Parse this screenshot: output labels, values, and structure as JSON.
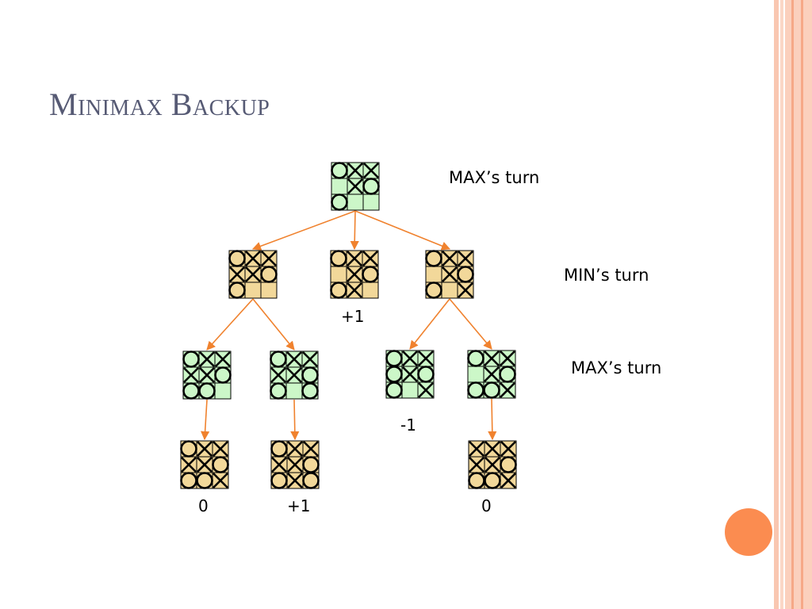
{
  "title": "Minimax Backup",
  "colors": {
    "max_cell": "#ccf7c8",
    "min_cell": "#f2d89a",
    "edge": "#f0822e",
    "stroke": "#000000",
    "accent": "#fb8c50",
    "title": "#565a74"
  },
  "turn_labels": [
    "MAX’s turn",
    "MIN’s turn",
    "MAX’s turn"
  ],
  "scores": [
    "+1",
    "-1",
    "0",
    "+1",
    "0"
  ],
  "nodes": [
    {
      "id": "root",
      "player": "max",
      "board": [
        "O",
        "X",
        "X",
        "",
        "X",
        "O",
        "O",
        "",
        ""
      ]
    },
    {
      "id": "m1",
      "player": "min",
      "board": [
        "O",
        "X",
        "X",
        "X",
        "X",
        "O",
        "O",
        "",
        ""
      ]
    },
    {
      "id": "m2",
      "player": "min",
      "board": [
        "O",
        "X",
        "X",
        "",
        "X",
        "O",
        "O",
        "X",
        ""
      ]
    },
    {
      "id": "m3",
      "player": "min",
      "board": [
        "O",
        "X",
        "X",
        "",
        "X",
        "O",
        "O",
        "",
        "X"
      ]
    },
    {
      "id": "a1",
      "player": "max",
      "board": [
        "O",
        "X",
        "X",
        "X",
        "X",
        "O",
        "O",
        "O",
        ""
      ]
    },
    {
      "id": "a2",
      "player": "max",
      "board": [
        "O",
        "X",
        "X",
        "X",
        "X",
        "O",
        "O",
        "",
        "O"
      ]
    },
    {
      "id": "a3",
      "player": "max",
      "board": [
        "O",
        "X",
        "X",
        "O",
        "X",
        "O",
        "O",
        "",
        "X"
      ]
    },
    {
      "id": "a4",
      "player": "max",
      "board": [
        "O",
        "X",
        "X",
        "",
        "X",
        "O",
        "O",
        "O",
        "X"
      ]
    },
    {
      "id": "l1",
      "player": "min",
      "board": [
        "O",
        "X",
        "X",
        "X",
        "X",
        "O",
        "O",
        "O",
        "X"
      ]
    },
    {
      "id": "l2",
      "player": "min",
      "board": [
        "O",
        "X",
        "X",
        "X",
        "X",
        "O",
        "O",
        "X",
        "O"
      ]
    },
    {
      "id": "l3",
      "player": "min",
      "board": [
        "X",
        "X",
        "X",
        "X",
        "X",
        "O",
        "O",
        "O",
        "X"
      ]
    }
  ],
  "edges": [
    [
      "root",
      "m1"
    ],
    [
      "root",
      "m2"
    ],
    [
      "root",
      "m3"
    ],
    [
      "m1",
      "a1"
    ],
    [
      "m1",
      "a2"
    ],
    [
      "m3",
      "a3"
    ],
    [
      "m3",
      "a4"
    ],
    [
      "a1",
      "l1"
    ],
    [
      "a2",
      "l2"
    ],
    [
      "a4",
      "l3"
    ]
  ]
}
